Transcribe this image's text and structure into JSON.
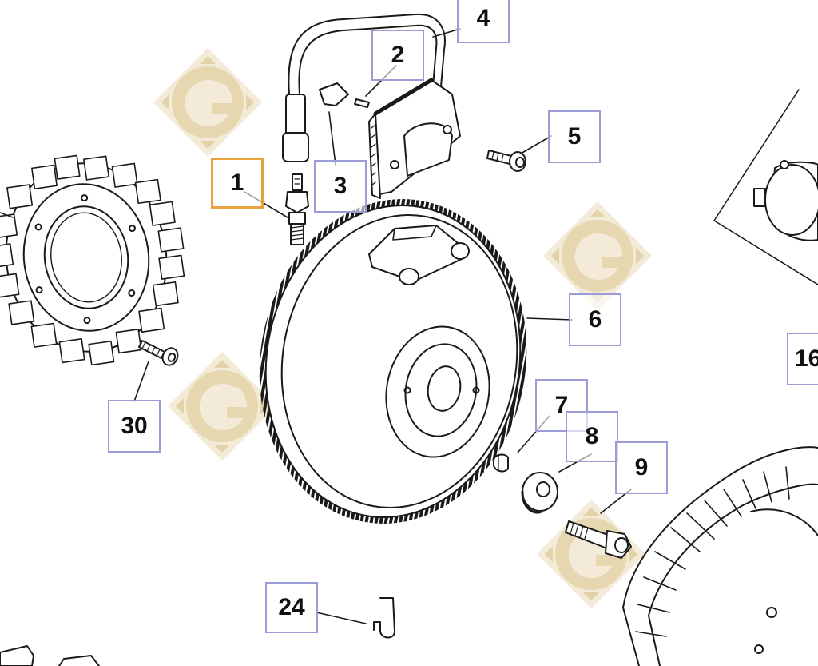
{
  "diagram": {
    "colors": {
      "callout_border": "#9b9bd6",
      "selected_border": "#e8a23d",
      "watermark": "#e9dcc0",
      "line": "#1a1a1a"
    },
    "watermark_icon": "g-diamond-logo",
    "selected_part": "1",
    "callouts": [
      {
        "id": "c1",
        "label": "1"
      },
      {
        "id": "c2",
        "label": "2"
      },
      {
        "id": "c3",
        "label": "3"
      },
      {
        "id": "c4",
        "label": "4"
      },
      {
        "id": "c5",
        "label": "5"
      },
      {
        "id": "c6",
        "label": "6"
      },
      {
        "id": "c7",
        "label": "7"
      },
      {
        "id": "c8",
        "label": "8"
      },
      {
        "id": "c9",
        "label": "9"
      },
      {
        "id": "c16",
        "label": "16"
      },
      {
        "id": "c24",
        "label": "24"
      },
      {
        "id": "c30",
        "label": "30"
      }
    ]
  }
}
